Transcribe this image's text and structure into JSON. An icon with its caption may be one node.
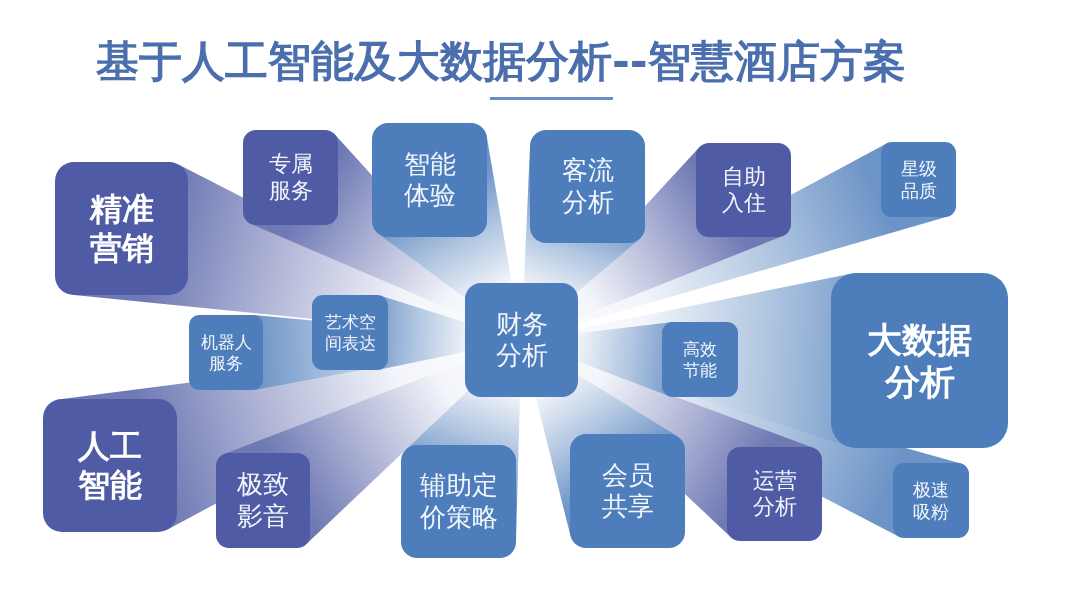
{
  "diagram": {
    "title": "基于人工智能及大数据分析--智慧酒店方案",
    "nodes": [
      {
        "text": [
          "精准营销"
        ]
      },
      {
        "text": [
          "专属服务"
        ]
      },
      {
        "text": [
          "智能体验"
        ]
      },
      {
        "text": [
          "客流分析"
        ]
      },
      {
        "text": [
          "自助入住"
        ]
      },
      {
        "text": [
          "星级品质"
        ]
      },
      {
        "text": [
          "机器人服务"
        ]
      },
      {
        "text": [
          "艺术空间表达"
        ]
      },
      {
        "text": [
          "财务分析"
        ]
      },
      {
        "text": [
          "高效节能"
        ]
      },
      {
        "text": [
          "大数据分析"
        ]
      },
      {
        "text": [
          "人工智能"
        ]
      },
      {
        "text": [
          "极致影音"
        ]
      },
      {
        "text": [
          "辅助定价策略"
        ]
      },
      {
        "text": [
          "会员共享"
        ]
      },
      {
        "text": [
          "运营分析"
        ]
      },
      {
        "text": [
          "极速吸粉"
        ]
      }
    ]
  }
}
